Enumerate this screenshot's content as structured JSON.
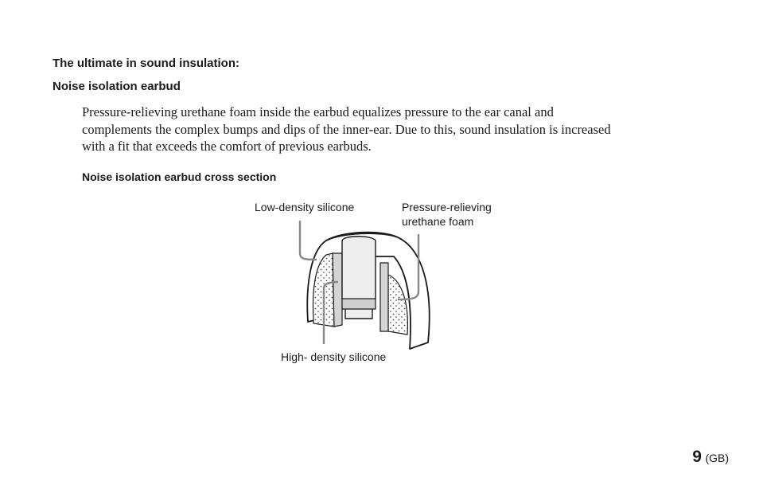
{
  "heading_main": "The ultimate in sound insulation:",
  "heading_sub": "Noise isolation earbud",
  "paragraph_lines": [
    "Pressure-relieving urethane foam inside the earbud equalizes pressure to the ear canal and",
    "complements the complex bumps and dips of the inner-ear. Due to this, sound insulation is increased",
    "with a fit that exceeds the comfort of previous earbuds."
  ],
  "figure": {
    "title": "Noise isolation earbud cross section",
    "label_low_density": "Low-density silicone",
    "label_pressure_line1": "Pressure-relieving",
    "label_pressure_line2": "urethane foam",
    "label_high_density": "High- density silicone"
  },
  "page": {
    "number": "9",
    "region": "(GB)"
  }
}
